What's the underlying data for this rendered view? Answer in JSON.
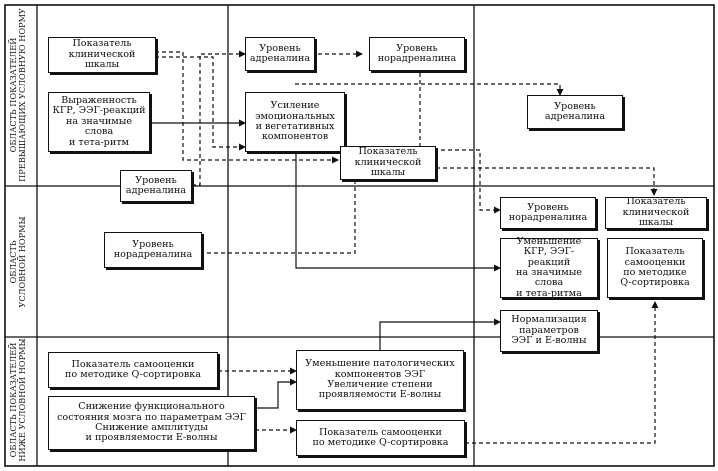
{
  "rows": {
    "top": "ОБЛАСТЬ ПОКАЗАТЕЛЕЙ\nПРЕВЫШАЮЩИХ УСЛОВНУЮ НОРМУ",
    "middle": "ОБЛАСТЬ\nУСЛОВНОЙ НОРМЫ",
    "bottom": "ОБЛАСТЬ ПОКАЗАТЕЛЕЙ\nНИЖЕ УСЛОВНОЙ НОРМЫ"
  },
  "boxes": {
    "clin_scale_1": "Показатель\nклинической шкалы",
    "kgr_1": "Выраженность\nКГР, ЭЭГ-реакций\nна значимые слова\nи тета-ритм",
    "adrenaline_2": "Уровень\nадреналина",
    "emotional": "Усиление\nэмоциональных\nи вегетативных\nкомпонентов",
    "noradrenaline_2": "Уровень\nнорадреналина",
    "clin_scale_2": "Показатель\nклинической шкалы",
    "adrenaline_3": "Уровень\nадреналина",
    "adrenaline_1": "Уровень\nадреналина",
    "noradrenaline_1": "Уровень\nнорадреналина",
    "noradrenaline_3": "Уровень\nнорадреналина",
    "clin_scale_3": "Показатель\nклинической шкалы",
    "kgr_decrease": "Уменьшение\nКГР, ЭЭГ-реакций\nна значимые слова\nи тета-ритма",
    "selfesteem_3": "Показатель\nсамооценки\nпо методике\nQ-сортировка",
    "normalization": "Нормализация\nпараметров\nЭЭГ и Е-волны",
    "selfesteem_1": "Показатель самооценки\nпо методике Q-сортировка",
    "brain_state": "Снижение функционального\nсостояния мозга по параметрам ЭЭГ\nСнижение амплитуды\nи проявляемости Е-волны",
    "eeg_pathology": "Уменьшение патологических\nкомпонентов ЭЭГ\nУвеличение степени\nпроявляемости Е-волны",
    "selfesteem_2": "Показатель самооценки\nпо методике Q-сортировка"
  }
}
